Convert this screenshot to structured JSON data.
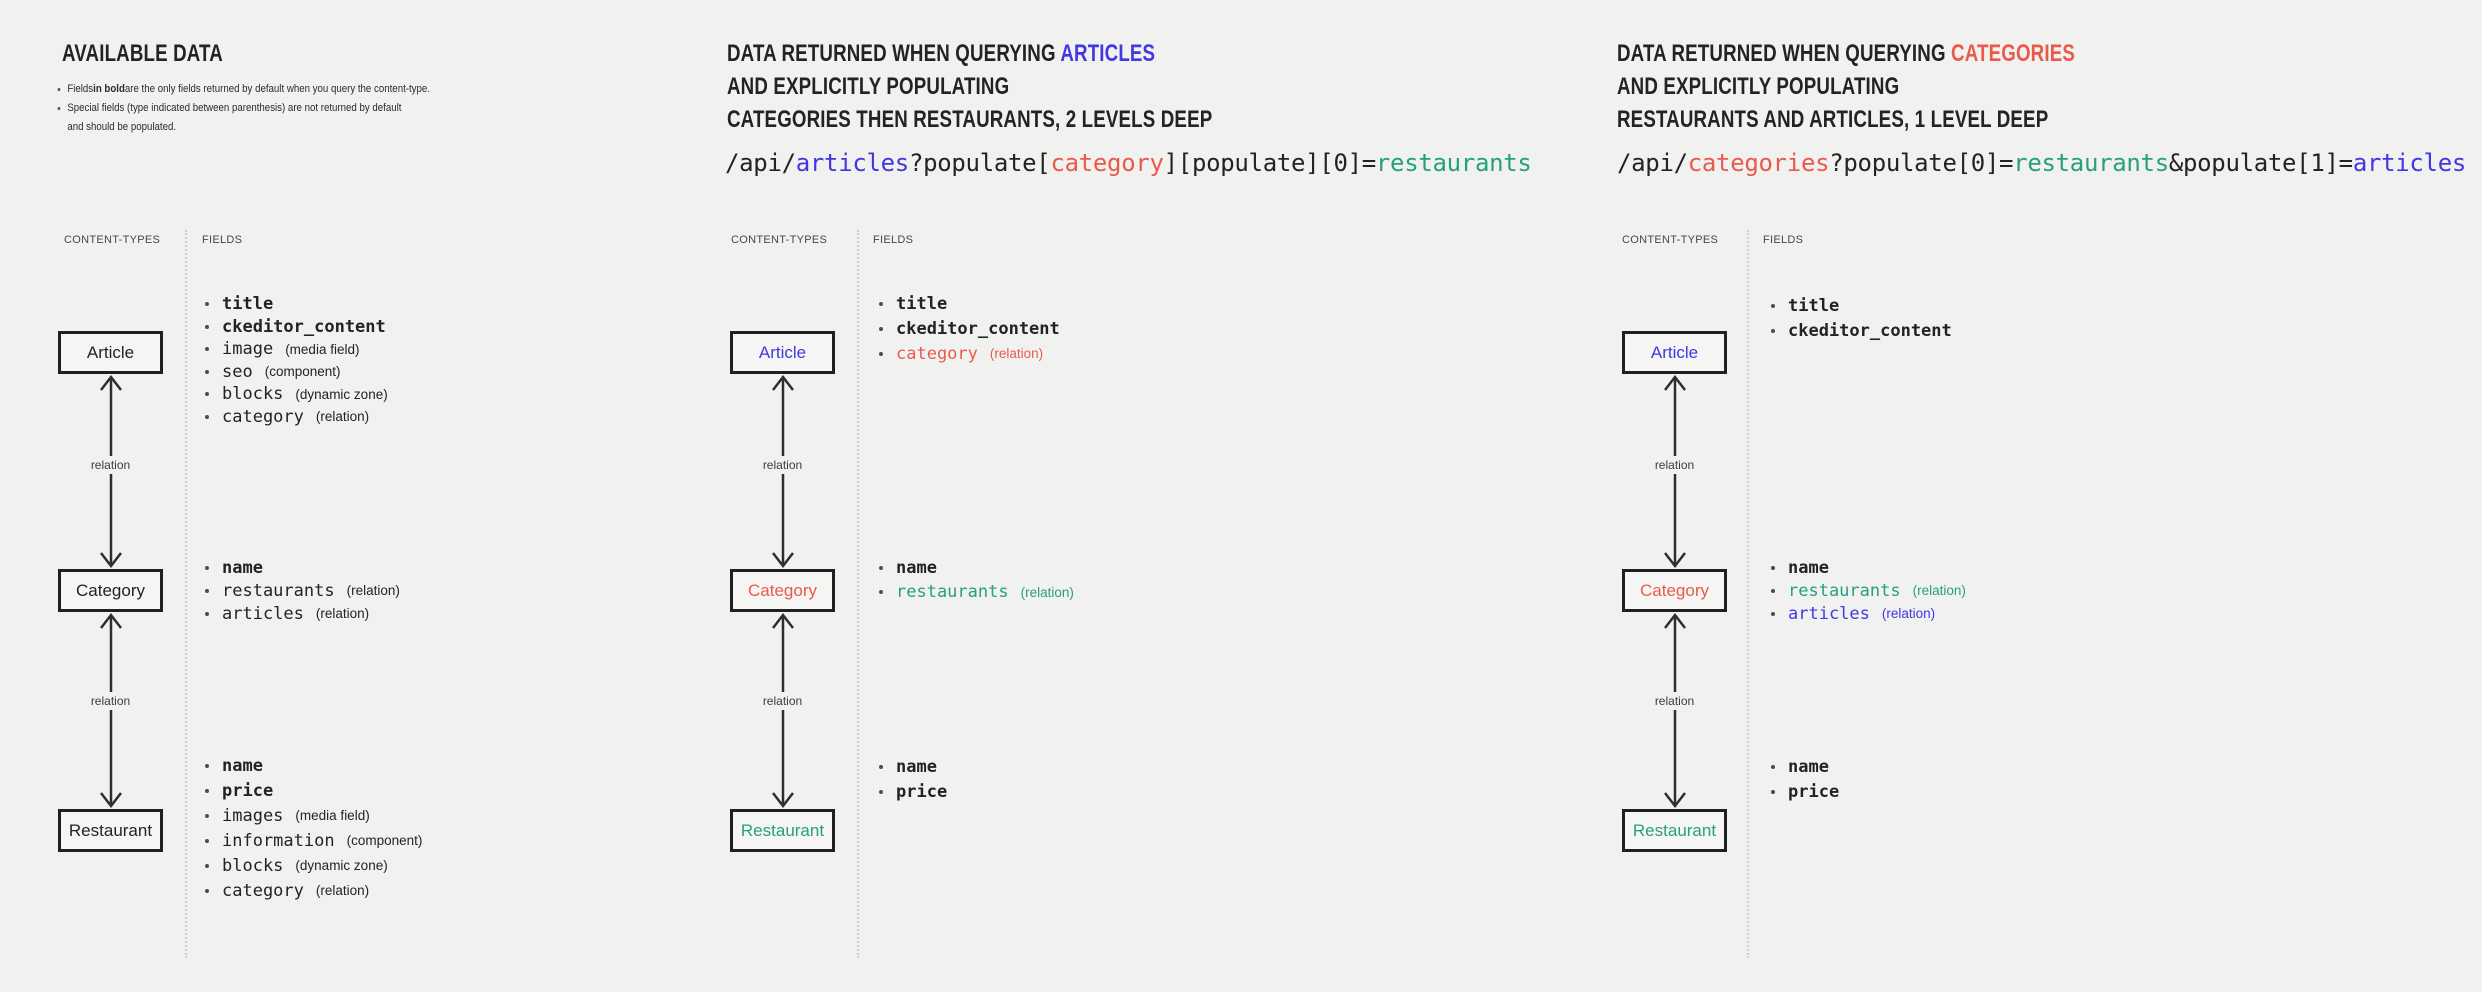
{
  "colors": {
    "background": "#f1f1f0",
    "text": "#232323",
    "blue": "#4138e2",
    "red": "#e95a4c",
    "teal": "#27a07d",
    "header_gray": "#474747",
    "line": "#2e2e2e"
  },
  "panels": [
    {
      "title": [
        [
          {
            "t": "AVAILABLE DATA",
            "c": "text"
          }
        ]
      ],
      "notes": [
        {
          "bullet": true,
          "segs": [
            {
              "t": "Fields ",
              "b": false
            },
            {
              "t": "in bold",
              "b": true
            },
            {
              "t": " are the only fields returned by default when you query the content-type.",
              "b": false
            }
          ]
        },
        {
          "bullet": true,
          "segs": [
            {
              "t": "Special fields (type indicated between parenthesis) are not returned by default",
              "b": false
            }
          ]
        },
        {
          "bullet": false,
          "segs": [
            {
              "t": "and should be populated.",
              "b": false
            }
          ]
        }
      ],
      "url": null,
      "headers": {
        "content_types": "CONTENT-TYPES",
        "fields": "FIELDS"
      },
      "edge_label": "relation",
      "nodes": [
        {
          "label": "Article",
          "c": "text",
          "fields": [
            {
              "name": "title",
              "bold": true,
              "c": "text",
              "type": ""
            },
            {
              "name": "ckeditor_content",
              "bold": true,
              "c": "text",
              "type": ""
            },
            {
              "name": "image",
              "bold": false,
              "c": "text",
              "type": "(media field)"
            },
            {
              "name": "seo",
              "bold": false,
              "c": "text",
              "type": "(component)"
            },
            {
              "name": "blocks",
              "bold": false,
              "c": "text",
              "type": "(dynamic zone)"
            },
            {
              "name": "category",
              "bold": false,
              "c": "text",
              "type": "(relation)"
            }
          ]
        },
        {
          "label": "Category",
          "c": "text",
          "fields": [
            {
              "name": "name",
              "bold": true,
              "c": "text",
              "type": ""
            },
            {
              "name": "restaurants",
              "bold": false,
              "c": "text",
              "type": "(relation)"
            },
            {
              "name": "articles",
              "bold": false,
              "c": "text",
              "type": "(relation)"
            }
          ]
        },
        {
          "label": "Restaurant",
          "c": "text",
          "fields": [
            {
              "name": "name",
              "bold": true,
              "c": "text",
              "type": ""
            },
            {
              "name": "price",
              "bold": true,
              "c": "text",
              "type": ""
            },
            {
              "name": "images",
              "bold": false,
              "c": "text",
              "type": "(media field)"
            },
            {
              "name": "information",
              "bold": false,
              "c": "text",
              "type": "(component)"
            },
            {
              "name": "blocks",
              "bold": false,
              "c": "text",
              "type": "(dynamic zone)"
            },
            {
              "name": "category",
              "bold": false,
              "c": "text",
              "type": "(relation)"
            }
          ]
        }
      ]
    },
    {
      "title": [
        [
          {
            "t": "DATA RETURNED WHEN QUERYING ",
            "c": "text"
          },
          {
            "t": "ARTICLES",
            "c": "blue"
          }
        ],
        [
          {
            "t": "AND EXPLICITLY POPULATING",
            "c": "text"
          }
        ],
        [
          {
            "t": "CATEGORIES THEN RESTAURANTS, 2 LEVELS DEEP",
            "c": "text"
          }
        ]
      ],
      "notes": null,
      "url": [
        {
          "t": "/api/",
          "c": "text"
        },
        {
          "t": "articles",
          "c": "blue"
        },
        {
          "t": "?populate[",
          "c": "text"
        },
        {
          "t": "category",
          "c": "red"
        },
        {
          "t": "][populate][0]=",
          "c": "text"
        },
        {
          "t": "restaurants",
          "c": "teal"
        }
      ],
      "headers": {
        "content_types": "CONTENT-TYPES",
        "fields": "FIELDS"
      },
      "edge_label": "relation",
      "nodes": [
        {
          "label": "Article",
          "c": "blue",
          "fields": [
            {
              "name": "title",
              "bold": true,
              "c": "text",
              "type": ""
            },
            {
              "name": "ckeditor_content",
              "bold": true,
              "c": "text",
              "type": ""
            },
            {
              "name": "category",
              "bold": false,
              "c": "red",
              "type": "(relation)"
            }
          ]
        },
        {
          "label": "Category",
          "c": "red",
          "fields": [
            {
              "name": "name",
              "bold": true,
              "c": "text",
              "type": ""
            },
            {
              "name": "restaurants",
              "bold": false,
              "c": "teal",
              "type": "(relation)"
            }
          ]
        },
        {
          "label": "Restaurant",
          "c": "teal",
          "fields": [
            {
              "name": "name",
              "bold": true,
              "c": "text",
              "type": ""
            },
            {
              "name": "price",
              "bold": true,
              "c": "text",
              "type": ""
            }
          ]
        }
      ]
    },
    {
      "title": [
        [
          {
            "t": "DATA RETURNED WHEN QUERYING ",
            "c": "text"
          },
          {
            "t": "CATEGORIES",
            "c": "red"
          }
        ],
        [
          {
            "t": "AND EXPLICITLY POPULATING",
            "c": "text"
          }
        ],
        [
          {
            "t": "RESTAURANTS AND ARTICLES, 1 LEVEL DEEP",
            "c": "text"
          }
        ]
      ],
      "notes": null,
      "url": [
        {
          "t": "/api/",
          "c": "text"
        },
        {
          "t": "categories",
          "c": "red"
        },
        {
          "t": "?populate[0]=",
          "c": "text"
        },
        {
          "t": "restaurants",
          "c": "teal"
        },
        {
          "t": "&populate[1]=",
          "c": "text"
        },
        {
          "t": "articles",
          "c": "blue"
        }
      ],
      "headers": {
        "content_types": "CONTENT-TYPES",
        "fields": "FIELDS"
      },
      "edge_label": "relation",
      "nodes": [
        {
          "label": "Article",
          "c": "blue",
          "fields": [
            {
              "name": "title",
              "bold": true,
              "c": "text",
              "type": ""
            },
            {
              "name": "ckeditor_content",
              "bold": true,
              "c": "text",
              "type": ""
            }
          ]
        },
        {
          "label": "Category",
          "c": "red",
          "fields": [
            {
              "name": "name",
              "bold": true,
              "c": "text",
              "type": ""
            },
            {
              "name": "restaurants",
              "bold": false,
              "c": "teal",
              "type": "(relation)"
            },
            {
              "name": "articles",
              "bold": false,
              "c": "blue",
              "type": "(relation)"
            }
          ]
        },
        {
          "label": "Restaurant",
          "c": "teal",
          "fields": [
            {
              "name": "name",
              "bold": true,
              "c": "text",
              "type": ""
            },
            {
              "name": "price",
              "bold": true,
              "c": "text",
              "type": ""
            }
          ]
        }
      ]
    }
  ]
}
